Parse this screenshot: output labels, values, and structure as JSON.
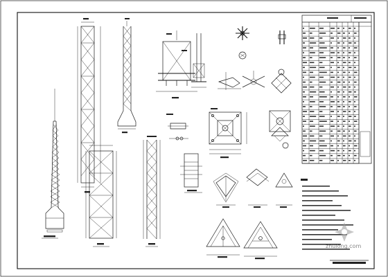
{
  "title_block": {
    "label": "",
    "sheet_title": ""
  },
  "section_labels": [],
  "watermark": {
    "text": "zhulong.com"
  },
  "table": {
    "header_title": "",
    "rows": 28
  },
  "notes": {
    "heading": "",
    "line_count": 14
  }
}
